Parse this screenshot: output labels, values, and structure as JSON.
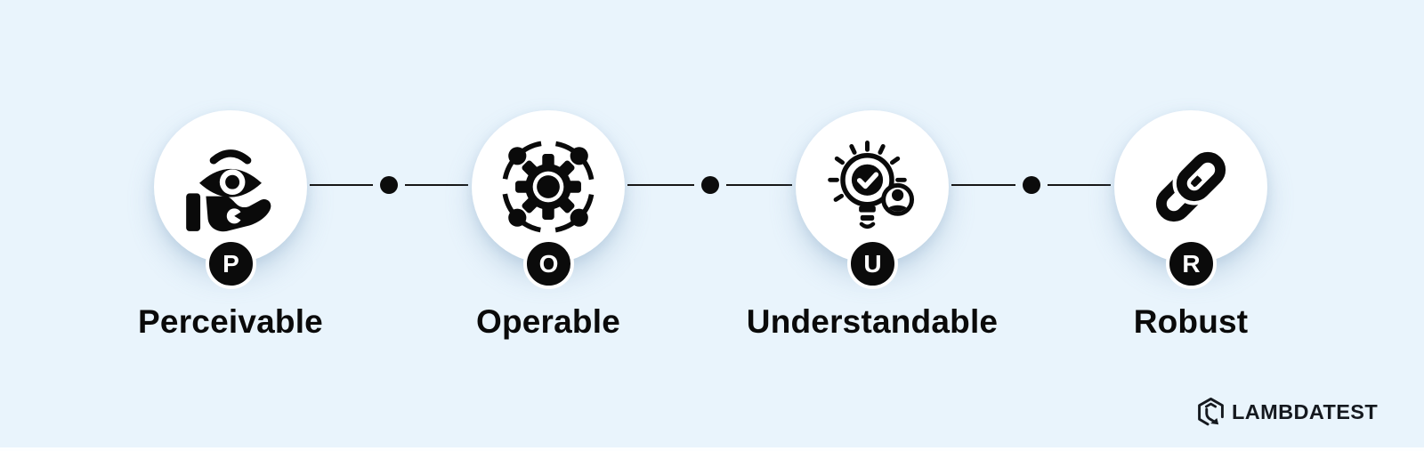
{
  "background": {
    "color": "#e9f4fc"
  },
  "colors": {
    "icon": "#0a0a0a",
    "node_background": "#ffffff",
    "text": "#0a0a0a",
    "connector": "#161616",
    "badge_background": "#0b0b0b",
    "badge_text": "#ffffff"
  },
  "steps": [
    {
      "letter": "P",
      "label": "Perceivable",
      "icon": "hand-presenting-eye"
    },
    {
      "letter": "O",
      "label": "Operable",
      "icon": "gear-with-nodes"
    },
    {
      "letter": "U",
      "label": "Understandable",
      "icon": "lightbulb-check-person"
    },
    {
      "letter": "R",
      "label": "Robust",
      "icon": "chain-link"
    }
  ],
  "logo": {
    "text": "LAMBDATEST"
  }
}
